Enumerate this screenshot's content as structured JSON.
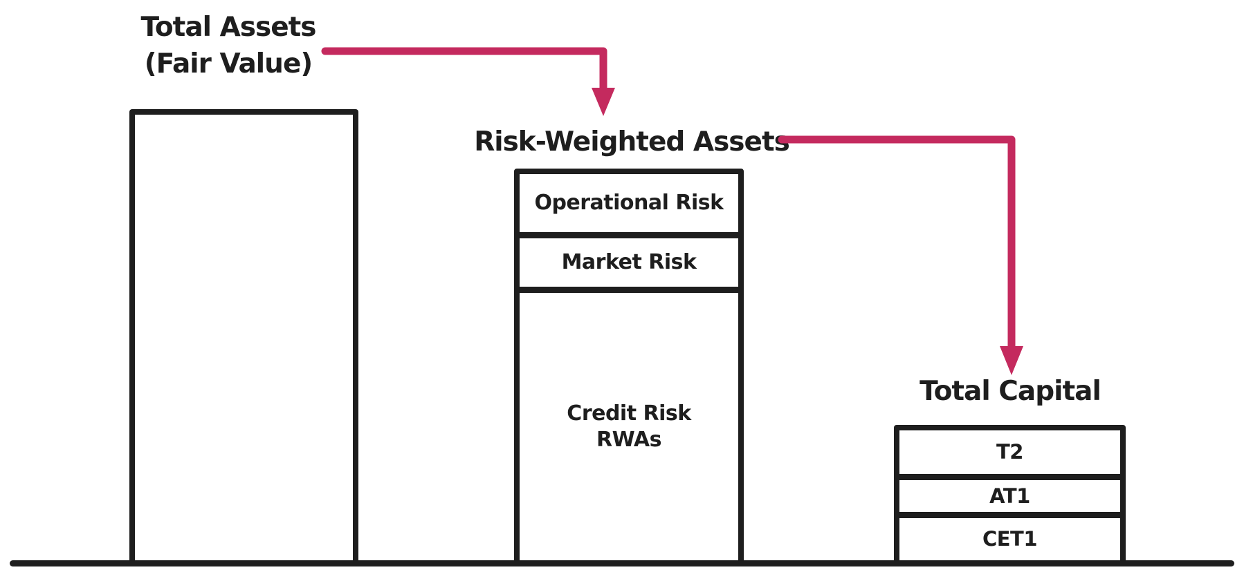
{
  "colors": {
    "background": "#ffffff",
    "stroke": "#1e1e1e",
    "arrow": "#c42a5e"
  },
  "labels": {
    "total_assets_line1": "Total Assets",
    "total_assets_line2": "(Fair Value)",
    "risk_weighted_assets": "Risk-Weighted Assets",
    "total_capital": "Total Capital"
  },
  "rwa_segments": {
    "operational_risk": "Operational Risk",
    "market_risk": "Market Risk",
    "credit_risk_line1": "Credit Risk",
    "credit_risk_line2": "RWAs"
  },
  "capital_segments": {
    "t2": "T2",
    "at1": "AT1",
    "cet1": "CET1"
  }
}
